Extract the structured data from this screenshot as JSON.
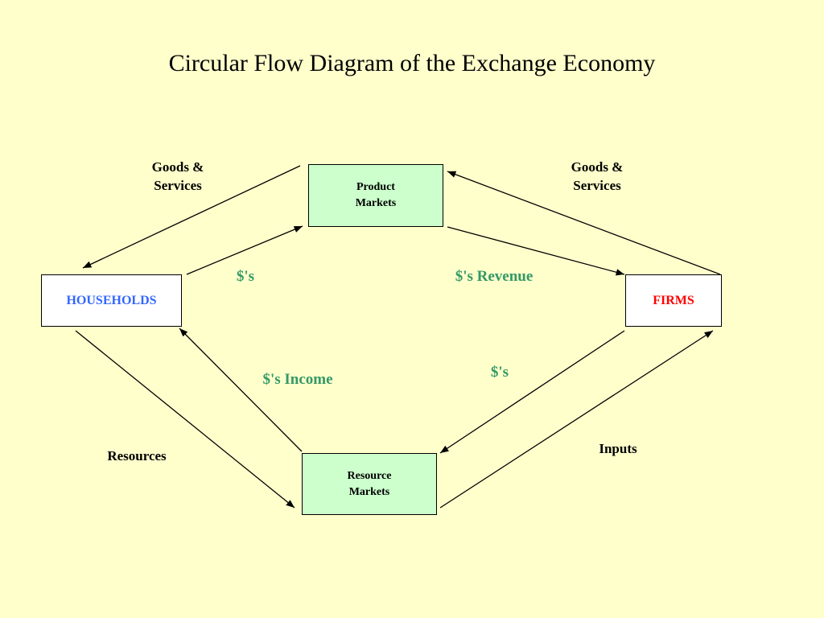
{
  "title": "Circular Flow Diagram of the Exchange Economy",
  "nodes": {
    "product_markets": "Product\nMarkets",
    "resource_markets": "Resource\nMarkets",
    "households": "HOUSEHOLDS",
    "firms": "FIRMS"
  },
  "labels": {
    "goods_services_left": "Goods &\nServices",
    "goods_services_right": "Goods &\nServices",
    "dollars_households_to_product": "$'s",
    "dollars_revenue": "$'s Revenue",
    "dollars_income": "$'s Income",
    "dollars_firms_to_resource": "$'s",
    "resources": "Resources",
    "inputs": "Inputs"
  },
  "colors": {
    "background": "#ffffcc",
    "market_fill": "#ccffcc",
    "households_text": "#3366ff",
    "firms_text": "#ff0000",
    "money_text": "#339966"
  }
}
